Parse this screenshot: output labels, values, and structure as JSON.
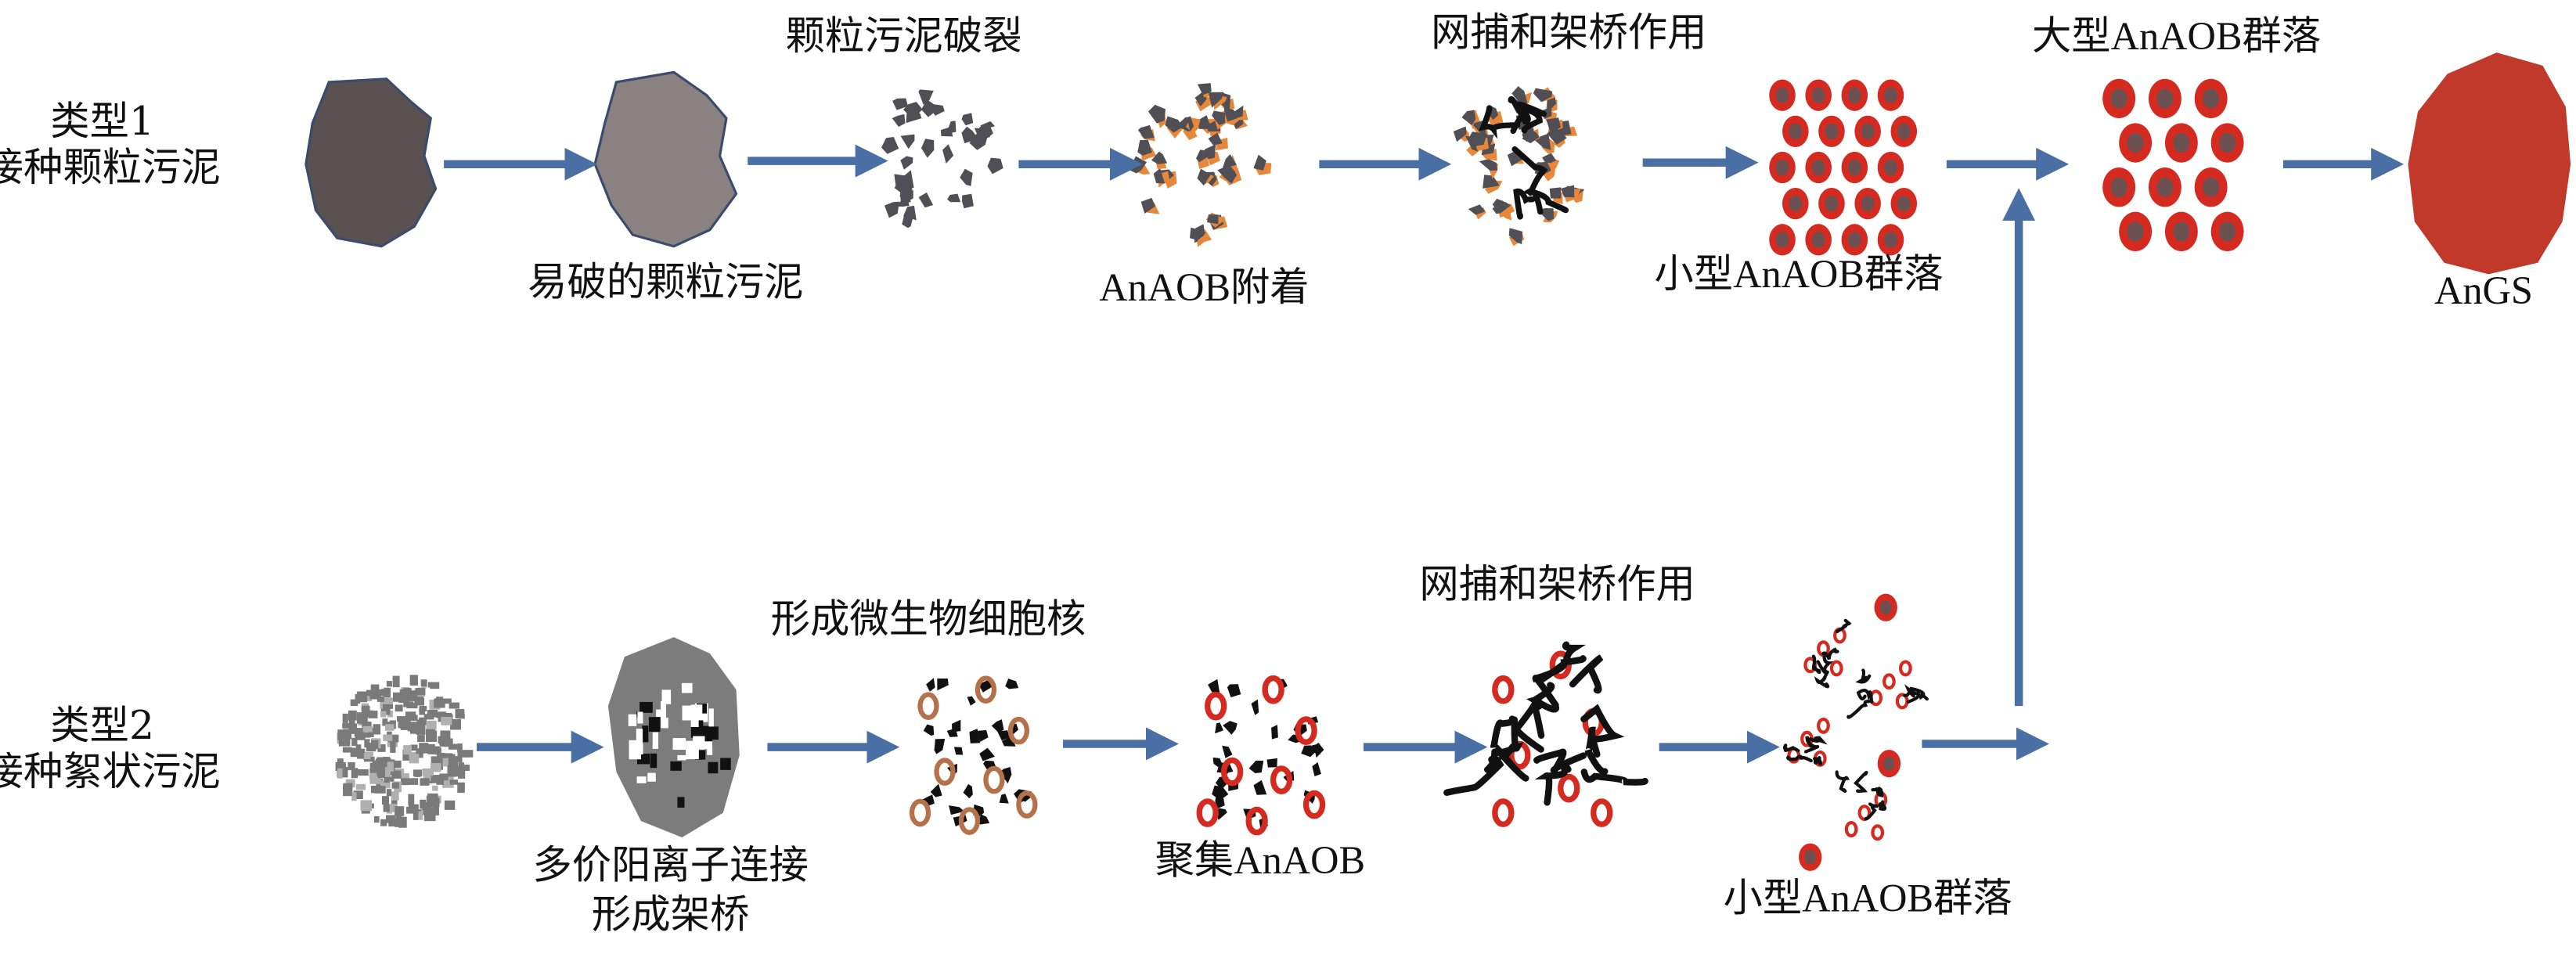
{
  "colors": {
    "arrow": "#4a6fa5",
    "granule_dark": "#5a5250",
    "granule_light": "#8a8280",
    "fragment": "#4f4f55",
    "anaob_orange": "#e8873a",
    "anaob_red": "#d42a20",
    "angs_red": "#c0392b",
    "floc_gray": "#7a7a7a",
    "nucleus_brown": "#b5724a",
    "bridge_black": "#111111"
  },
  "type1": {
    "label_line1": "类型1",
    "label_line2": "接种颗粒污泥",
    "steps": [
      {
        "caption": "易破的颗粒污泥"
      },
      {
        "caption": "颗粒污泥破裂"
      },
      {
        "caption": "AnAOB附着"
      },
      {
        "caption": "网捕和架桥作用"
      },
      {
        "caption": "小型AnAOB群落"
      },
      {
        "caption": "大型AnAOB群落"
      }
    ]
  },
  "type2": {
    "label_line1": "类型2",
    "label_line2": "接种絮状污泥",
    "steps": [
      {
        "caption_line1": "多价阳离子连接",
        "caption_line2": "形成架桥"
      },
      {
        "caption": "形成微生物细胞核"
      },
      {
        "caption": "聚集AnAOB"
      },
      {
        "caption": "网捕和架桥作用"
      },
      {
        "caption": "小型AnAOB群落"
      }
    ]
  },
  "final": {
    "caption": "AnGS"
  }
}
